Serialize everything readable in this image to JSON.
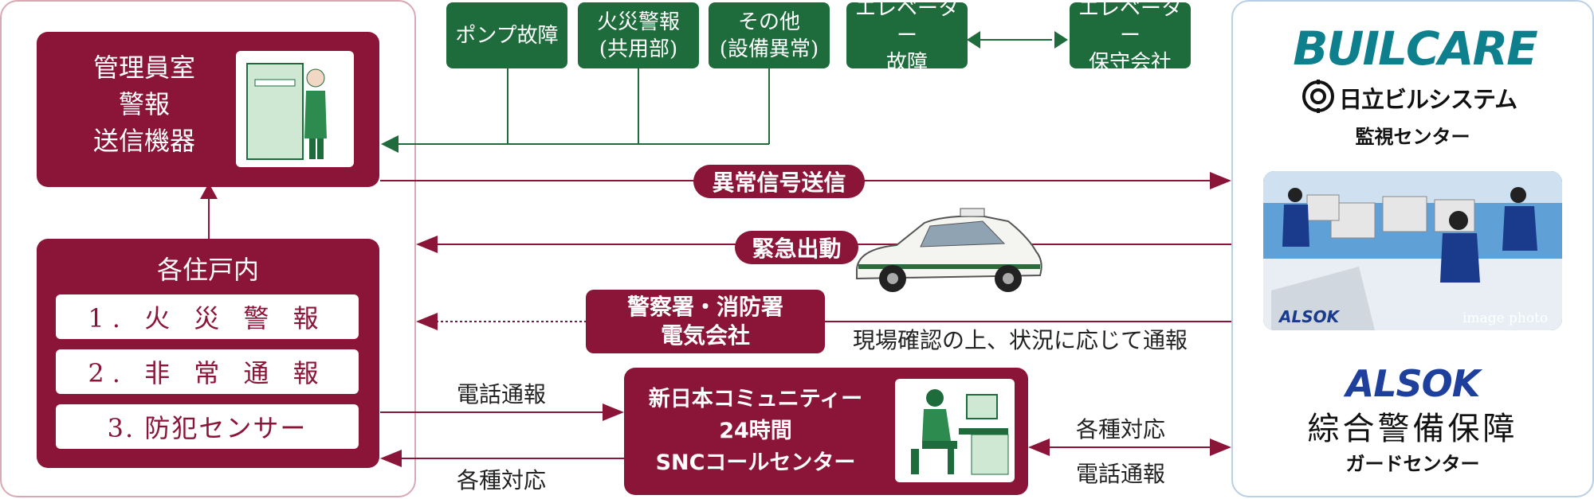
{
  "management": {
    "line1": "管理員室",
    "line2": "警報",
    "line3": "送信機器"
  },
  "sources": [
    {
      "line1": "ポンプ故障",
      "line2": ""
    },
    {
      "line1": "火災警報",
      "line2": "(共用部)"
    },
    {
      "line1": "その他",
      "line2": "(設備異常)"
    }
  ],
  "elevator": {
    "fault": [
      "エレベーター",
      "故障"
    ],
    "company": [
      "エレベーター",
      "保守会社"
    ]
  },
  "flows": {
    "abnormal_signal": "異常信号送信",
    "emergency": "緊急出動",
    "report_note": "現場確認の上、状況に応じて通報",
    "phone_report": "電話通報",
    "response": "各種対応",
    "right_response": "各種対応",
    "right_phone": "電話通報"
  },
  "authorities": {
    "line1": "警察署・消防署",
    "line2": "電気会社"
  },
  "residence": {
    "title": "各住戸内",
    "items": [
      "1. 火 災 警 報",
      "2. 非 常 通 報",
      "3. 防犯センサー"
    ]
  },
  "call_center": {
    "line1": "新日本コミュニティー",
    "line2": "24時間",
    "line3": "SNCコールセンター"
  },
  "monitor": {
    "brand": "BUILCARE",
    "company": "日立ビルシステム",
    "center": "監視センター",
    "photo_caption": "image photo"
  },
  "guard": {
    "brand": "ALSOK",
    "company": "綜合警備保障",
    "center": "ガードセンター"
  },
  "colors": {
    "maroon": "#8b1538",
    "green": "#1e6b3c",
    "blue": "#1f3f9c",
    "teal": "#0e7f8c"
  }
}
